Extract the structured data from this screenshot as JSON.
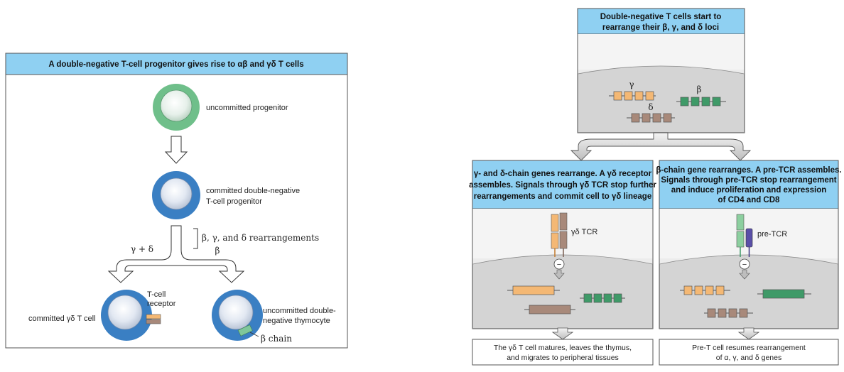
{
  "left_panel": {
    "title": "A double-negative T-cell progenitor gives rise to αβ and γδ T cells",
    "cell1_label": "uncommitted progenitor",
    "cell2_label_line1": "committed double-negative",
    "cell2_label_line2": "T-cell progenitor",
    "rearrangements_label": "β, γ, and δ rearrangements",
    "branch_left_label": "γ + δ",
    "branch_right_label": "β",
    "tcr_label_line1": "T-cell",
    "tcr_label_line2": "receptor",
    "gd_cell_label": "committed γδ T cell",
    "thymocyte_label_line1": "uncommitted double-",
    "thymocyte_label_line2": "negative thymocyte",
    "beta_chain_label": "β chain"
  },
  "top_box": {
    "title_line1": "Double-negative T cells start to",
    "title_line2": "rearrange their β, γ, and δ loci",
    "gamma_label": "γ",
    "beta_label": "β",
    "delta_label": "δ"
  },
  "gd_box": {
    "title_line1": "γ- and δ-chain genes rearrange. A γδ receptor",
    "title_line2": "assembles. Signals through γδ TCR stop further",
    "title_line3": "rearrangements and commit cell to γδ lineage",
    "receptor_label": "γδ TCR",
    "minus_sign": "−",
    "footer_line1": "The γδ T cell matures, leaves the thymus,",
    "footer_line2": "and migrates to peripheral tissues"
  },
  "pre_box": {
    "title_line1": "β-chain gene rearranges. A pre-TCR assembles.",
    "title_line2": "Signals through pre-TCR stop rearrangement",
    "title_line3": "and induce proliferation and expression",
    "title_line4": "of CD4 and CD8",
    "receptor_label": "pre-TCR",
    "minus_sign": "−",
    "footer_line1": "Pre-T cell resumes rearrangement",
    "footer_line2": "of α, γ, and δ genes"
  },
  "colors": {
    "header_blue": "#8fd0f2",
    "cell_green": "#6fbf8a",
    "cell_blue": "#3a7fc3",
    "nucleus": "#d7dbe6",
    "gamma_orange": "#f4b874",
    "beta_green": "#3f9a68",
    "delta_brown": "#a8897a",
    "cytoplasm_gray": "#ececec",
    "nucleus_gray": "#d4d4d4"
  }
}
